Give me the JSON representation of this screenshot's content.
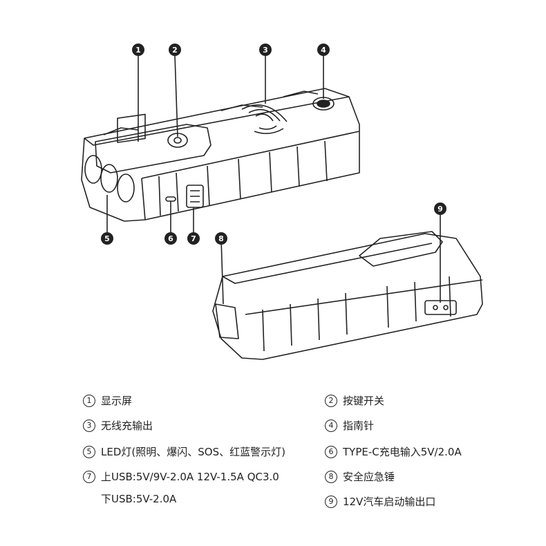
{
  "callouts": [
    "1",
    "2",
    "3",
    "4",
    "5",
    "6",
    "7",
    "8",
    "9"
  ],
  "legend": [
    {
      "num": "1",
      "text": "显示屏"
    },
    {
      "num": "2",
      "text": "按键开关"
    },
    {
      "num": "3",
      "text": "无线充输出"
    },
    {
      "num": "4",
      "text": "指南针"
    },
    {
      "num": "5",
      "text": "LED灯(照明、爆闪、SOS、红蓝警示灯)"
    },
    {
      "num": "6",
      "text": "TYPE-C充电输入5V/2.0A"
    },
    {
      "num": "7",
      "text": "上USB:5V/9V-2.0A  12V-1.5A  QC3.0"
    },
    {
      "num": "8",
      "text": "安全应急锤"
    },
    {
      "num": "9",
      "text": "12V汽车启动输出口"
    }
  ],
  "legend_extra": "下USB:5V-2.0A"
}
